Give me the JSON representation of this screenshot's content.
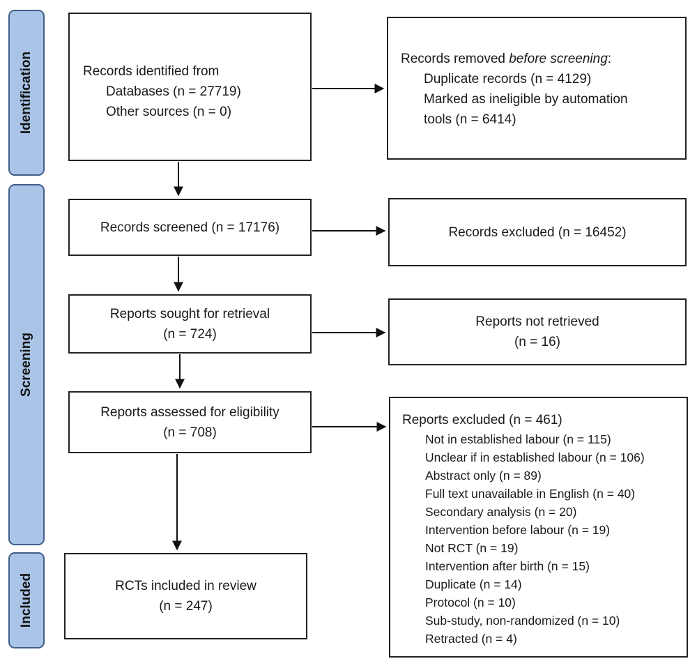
{
  "stages": {
    "identification": "Identification",
    "screening": "Screening",
    "included": "Included"
  },
  "identified": {
    "heading": "Records identified from",
    "databases": "Databases (n = 27719)",
    "other": "Other sources (n = 0)"
  },
  "removed": {
    "heading_pre": "Records removed ",
    "heading_em": "before screening",
    "heading_post": ":",
    "duplicates": "Duplicate records (n = 4129)",
    "ineligible_line1": "Marked as ineligible by automation",
    "ineligible_line2": "tools (n = 6414)"
  },
  "screened": {
    "text": "Records screened (n = 17176)"
  },
  "excluded_records": {
    "text": "Records excluded (n = 16452)"
  },
  "sought": {
    "line1": "Reports sought for retrieval",
    "line2": "(n = 724)"
  },
  "not_retrieved": {
    "line1": "Reports not retrieved",
    "line2": "(n = 16)"
  },
  "assessed": {
    "line1": "Reports assessed for eligibility",
    "line2": "(n = 708)"
  },
  "reports_excluded": {
    "heading": "Reports excluded (n = 461)",
    "reasons": [
      "Not in established labour (n = 115)",
      "Unclear if in established labour (n = 106)",
      "Abstract only (n = 89)",
      "Full text unavailable in English (n = 40)",
      "Secondary analysis (n = 20)",
      "Intervention before labour (n = 19)",
      "Not RCT (n = 19)",
      "Intervention after birth (n = 15)",
      "Duplicate (n = 14)",
      "Protocol (n = 10)",
      "Sub-study, non-randomized (n = 10)",
      "Retracted (n = 4)"
    ]
  },
  "included": {
    "line1": "RCTs included in review",
    "line2": "(n = 247)"
  },
  "colors": {
    "stage_fill": "#a9c4e6",
    "stage_border": "#3f5f8a",
    "box_border": "#222222"
  }
}
